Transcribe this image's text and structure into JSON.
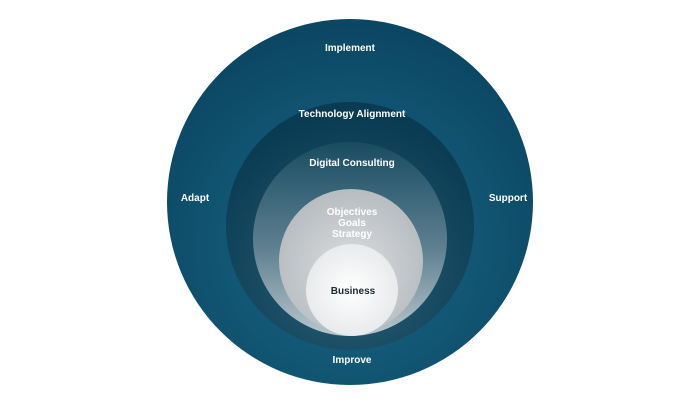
{
  "diagram": {
    "rings": {
      "outer": {
        "top": "Implement",
        "left": "Adapt",
        "right": "Support",
        "bottom": "Improve"
      },
      "second": "Technology Alignment",
      "third": "Digital Consulting",
      "fourth": [
        "Objectives",
        "Goals",
        "Strategy"
      ],
      "core": "Business"
    },
    "colors": {
      "outer": "#0c4a66",
      "second": "#0a3f58",
      "third_top": "#184c62",
      "third_bottom": "#9fb1ba",
      "fourth": "#c8cccf",
      "core": "#f0f0f0",
      "label": "#ffffff",
      "core_label": "#1b2a36"
    }
  }
}
